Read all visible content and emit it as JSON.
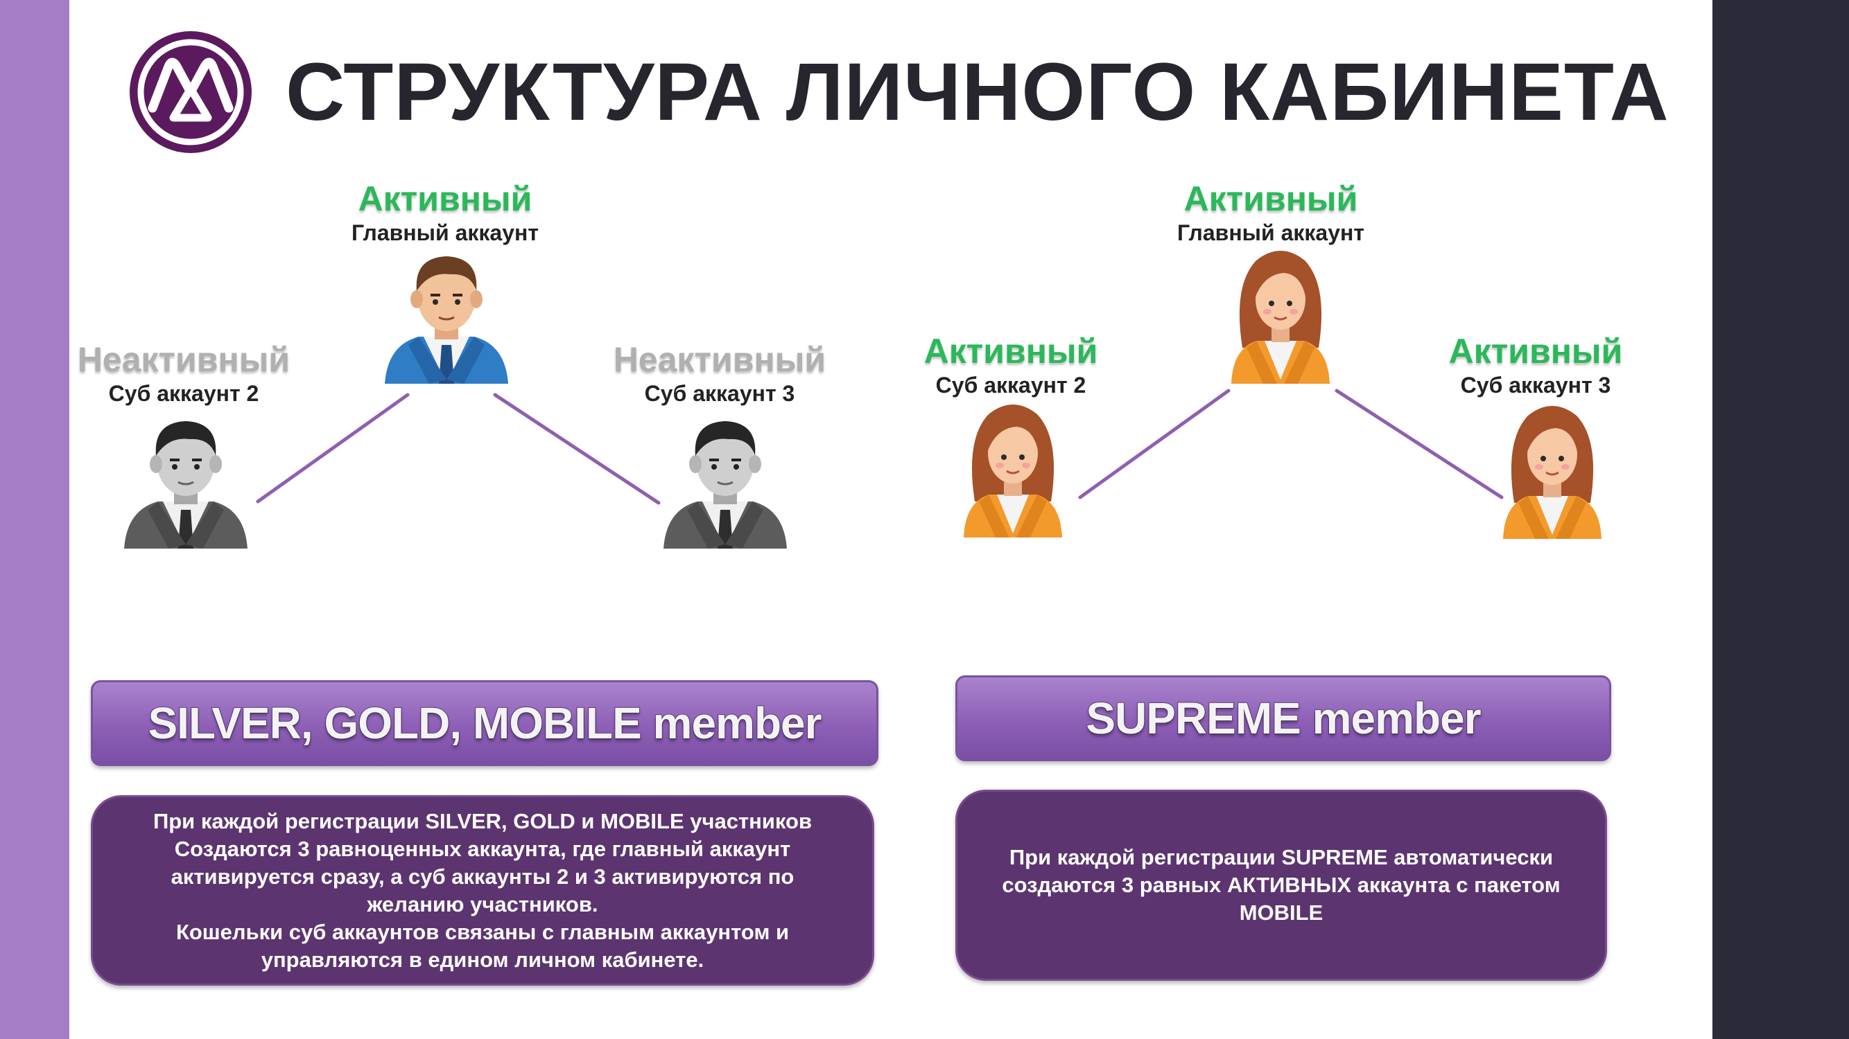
{
  "page": {
    "title": "СТРУКТУРА ЛИЧНОГО КАБИНЕТА"
  },
  "colors": {
    "active": "#2bb85a",
    "inactive": "#b0b0b0",
    "accent_purple": "#a57dc7",
    "dark_panel": "#2b2a38",
    "box_purple": "#5c3470",
    "connector": "#8f5fb0",
    "logo": "#5c1a5e"
  },
  "left_diagram": {
    "main": {
      "status": "Активный",
      "account": "Главный аккаунт",
      "icon": "man-blue-suit-icon"
    },
    "sub2": {
      "status": "Неактивный",
      "account": "Суб аккаунт 2",
      "icon": "man-gray-suit-icon"
    },
    "sub3": {
      "status": "Неактивный",
      "account": "Суб аккаунт 3",
      "icon": "man-gray-suit-icon"
    }
  },
  "right_diagram": {
    "main": {
      "status": "Активный",
      "account": "Главный аккаунт",
      "icon": "woman-orange-jacket-icon"
    },
    "sub2": {
      "status": "Активный",
      "account": "Суб аккаунт 2",
      "icon": "woman-orange-jacket-icon"
    },
    "sub3": {
      "status": "Активный",
      "account": "Суб аккаунт 3",
      "icon": "woman-orange-jacket-icon"
    }
  },
  "member_left": {
    "label": "SILVER, GOLD, MOBILE member",
    "description": "При каждой регистрации SILVER, GOLD и MOBILE участников\nСоздаются 3 равноценных аккаунта, где главный аккаунт\nактивируется сразу, а суб аккаунты 2 и 3 активируются по\nжеланию участников.\nКошельки суб аккаунтов связаны с главным аккаунтом и\nуправляются в едином личном кабинете."
  },
  "member_right": {
    "label": "SUPREME member",
    "description": "При каждой регистрации SUPREME автоматически\nсоздаются 3 равных АКТИВНЫХ аккаунта с пакетом\nMOBILE"
  }
}
